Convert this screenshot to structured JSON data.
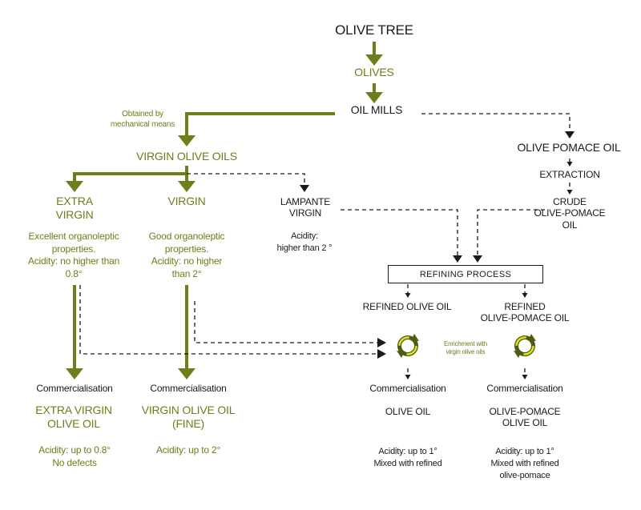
{
  "colors": {
    "green": "#6b7f1a",
    "black": "#1a1a1a",
    "yellow": "#e6e21a"
  },
  "nodes": {
    "olive_tree": "OLIVE TREE",
    "olives": "OLIVES",
    "oil_mills": "OIL MILLS",
    "obtained_note": "Obtained by\nmechanical means",
    "virgin_olive_oils": "VIRGIN OLIVE OILS",
    "olive_pomace_oil": "OLIVE POMACE OIL",
    "extraction": "EXTRACTION",
    "crude_olive_pomace_oil": "CRUDE\nOLIVE-POMACE\nOIL",
    "extra_virgin": "EXTRA\nVIRGIN",
    "virgin": "VIRGIN",
    "lampante_virgin": "LAMPANTE\nVIRGIN",
    "extra_virgin_props": "Excellent organoleptic\nproperties.\nAcidity: no higher than\n0.8°",
    "virgin_props": "Good organoleptic\nproperties.\nAcidity: no higher\nthan 2°",
    "lampante_props": "Acidity:\nhigher than 2 °",
    "refining_process": "REFINING PROCESS",
    "refined_olive_oil": "REFINED OLIVE OIL",
    "refined_olive_pomace_oil": "REFINED\nOLIVE-POMACE OIL",
    "enrichment_note": "Enrichment with\nvirgin olive oils",
    "commercialisation": "Commercialisation",
    "final_extra_virgin": "EXTRA VIRGIN\nOLIVE OIL",
    "final_virgin_fine": "VIRGIN OLIVE OIL\n(FINE)",
    "final_olive_oil": "OLIVE OIL",
    "final_olive_pomace_oil": "OLIVE-POMACE\nOLIVE OIL",
    "acidity_extra_virgin": "Acidity: up to 0.8°\nNo defects",
    "acidity_virgin_fine": "Acidity: up to 2°",
    "acidity_olive_oil": "Acidity: up to 1°\nMixed with refined",
    "acidity_olive_pomace": "Acidity: up to 1°\nMixed with refined\nolive-pomace"
  }
}
